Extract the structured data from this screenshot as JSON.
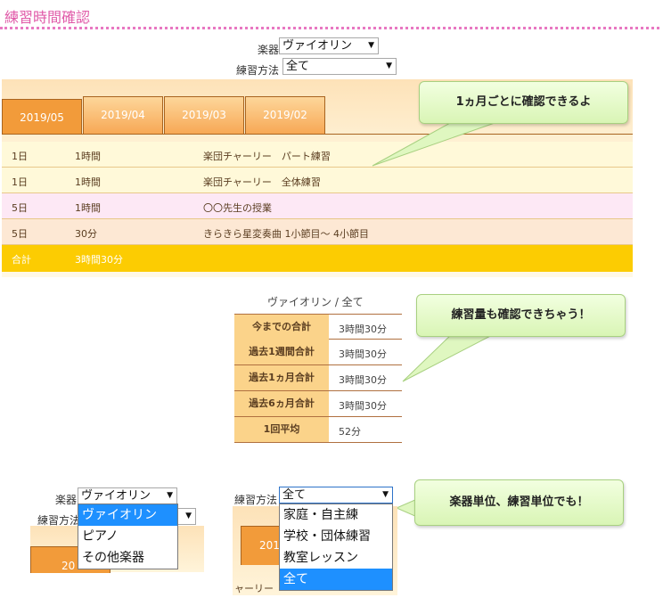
{
  "page_title": "練習時間確認",
  "filters": {
    "instrument_label": "楽器",
    "instrument_value": "ヴァイオリン",
    "method_label": "練習方法",
    "method_value": "全て"
  },
  "month_tabs": [
    "2019/05",
    "2019/04",
    "2019/03",
    "2019/02"
  ],
  "records": [
    {
      "day": "1日",
      "time": "1時間",
      "desc": "楽団チャーリー　パート練習"
    },
    {
      "day": "1日",
      "time": "1時間",
      "desc": "楽団チャーリー　全体練習"
    },
    {
      "day": "5日",
      "time": "1時間",
      "desc": "〇〇先生の授業"
    },
    {
      "day": "5日",
      "time": "30分",
      "desc": "きらきら星変奏曲 1小節目～ 4小節目"
    }
  ],
  "total": {
    "label": "合計",
    "value": "3時間30分"
  },
  "callouts": {
    "monthly": "1ヵ月ごとに確認できるよ",
    "amount": "練習量も確認できちゃう！",
    "unit": "楽器単位、練習単位でも！"
  },
  "summary": {
    "heading": "ヴァイオリン / 全て",
    "rows": [
      {
        "label": "今までの合計",
        "value": "3時間30分"
      },
      {
        "label": "過去1週間合計",
        "value": "3時間30分"
      },
      {
        "label": "過去1ヵ月合計",
        "value": "3時間30分"
      },
      {
        "label": "過去6ヵ月合計",
        "value": "3時間30分"
      },
      {
        "label": "1回平均",
        "value": "52分"
      }
    ]
  },
  "demo": {
    "instrument_label": "楽器",
    "instrument_value": "ヴァイオリン",
    "method_label": "練習方法",
    "instrument_options": [
      "ヴァイオリン",
      "ピアノ",
      "その他楽器"
    ],
    "method_value": "全て",
    "method_options": [
      "家庭・自主練",
      "学校・団体練習",
      "教室レッスン",
      "全て"
    ],
    "tab_fragment_1": "20",
    "tab_fragment_2": "201",
    "row_fragment": "ャーリー"
  },
  "colors": {
    "title": "#e05aa8",
    "tab": "#f29b3a",
    "total_row": "#fccc02",
    "summary_label": "#fbd38a",
    "callout": "#d9f5b5",
    "dropdown_highlight": "#1e90ff"
  }
}
